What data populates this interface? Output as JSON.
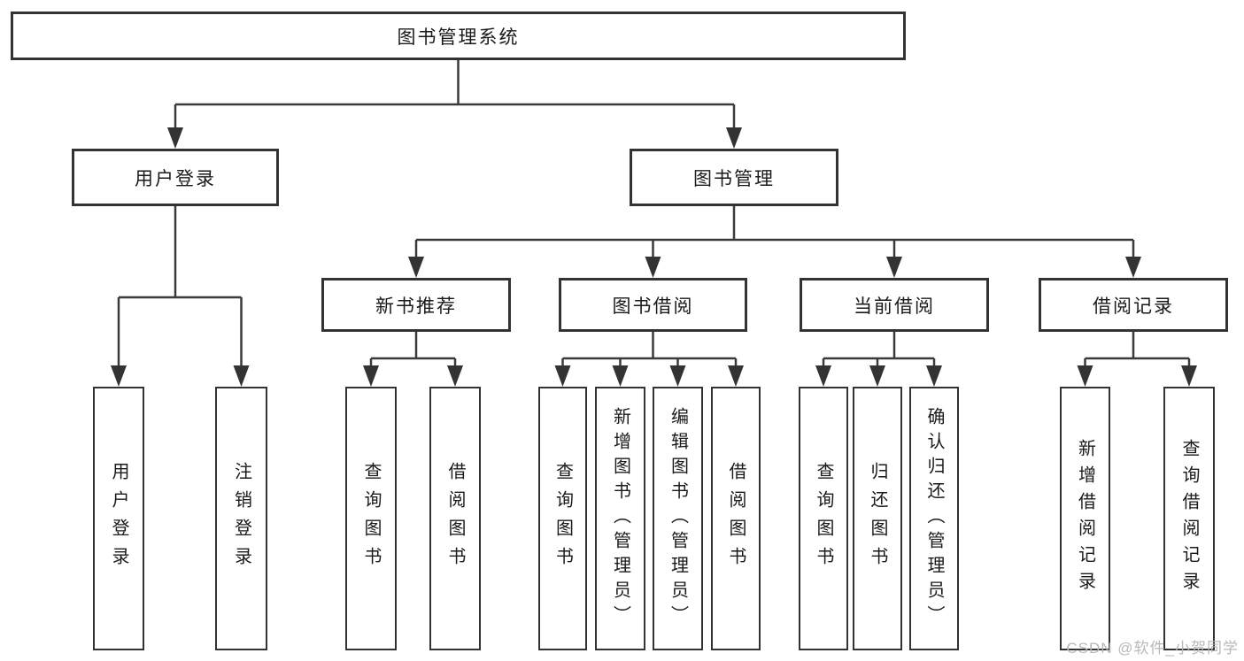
{
  "title": "图书管理系统",
  "level2": {
    "user_login": "用户登录",
    "book_mgmt": "图书管理"
  },
  "user_login_children": {
    "login": "用户登录",
    "logout": "注销登录"
  },
  "level3": {
    "new_books": "新书推荐",
    "borrow": "图书借阅",
    "current": "当前借阅",
    "records": "借阅记录"
  },
  "new_books_children": {
    "query": "查询图书",
    "borrow": "借阅图书"
  },
  "borrow_children": {
    "query": "查询图书",
    "add": "新增图书（管理员）",
    "edit": "编辑图书（管理员）",
    "borrow": "借阅图书"
  },
  "current_children": {
    "query": "查询图书",
    "return_book": "归还图书",
    "confirm_return": "确认归还（管理员）"
  },
  "records_children": {
    "add": "新增借阅记录",
    "query": "查询借阅记录"
  },
  "watermark": "CSDN @软件_小贺同学",
  "colors": {
    "line": "#3a3a3a",
    "border": "#333333",
    "text": "#1a1a1a",
    "watermark": "#b5b5b5",
    "background": "#ffffff"
  }
}
